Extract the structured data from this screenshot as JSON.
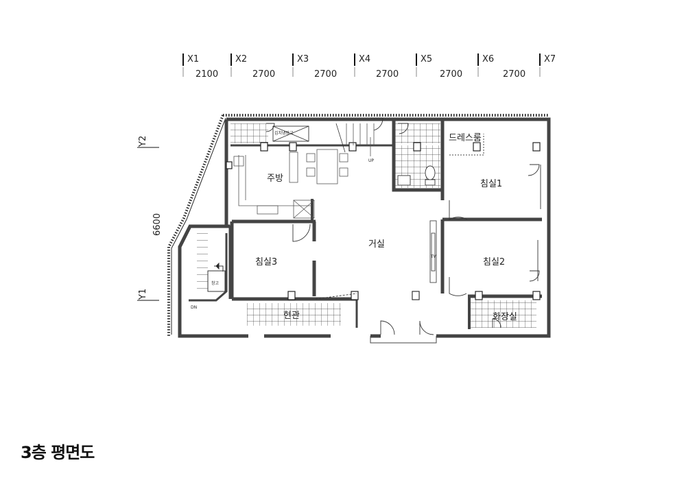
{
  "title": "3층 평면도",
  "grid_x": {
    "labels": [
      "X1",
      "X2",
      "X3",
      "X4",
      "X5",
      "X6",
      "X7"
    ],
    "spans": [
      "2100",
      "2700",
      "2700",
      "2700",
      "2700",
      "2700"
    ]
  },
  "grid_y": {
    "labels": [
      "Y2",
      "Y1"
    ],
    "span": "6600"
  },
  "rooms": {
    "kitchen": "주방",
    "living": "거실",
    "bed1": "침실1",
    "bed2": "침실2",
    "bed3": "침실3",
    "dress": "드레스룸",
    "entrance": "현관",
    "bath": "화장실",
    "storage_small": "창고",
    "storage_top": "김치냉장고"
  },
  "annotations": {
    "up": "UP",
    "dn": "DN",
    "tv": "TV"
  }
}
